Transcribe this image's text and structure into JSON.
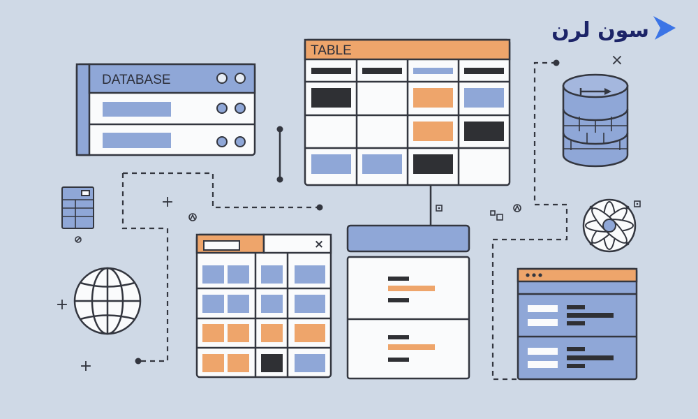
{
  "logo": {
    "text": "سون لرن",
    "color": "#1c2468",
    "arrow_color": "#3b74e6"
  },
  "colors": {
    "background": "#cfd9e6",
    "blue": "#8fa7d7",
    "orange": "#eea56b",
    "dark": "#2f3034",
    "outline": "#33363f",
    "panel": "#fafbfc"
  },
  "database_panel": {
    "title": "DATABASE"
  },
  "table_panel": {
    "title": "TABLE"
  },
  "spreadsheet_panel": {
    "close_glyph": "×"
  },
  "symbols": {
    "plus": "+",
    "cross": "×"
  },
  "icons": [
    "database-cylinder-icon",
    "globe-icon",
    "fan-icon",
    "document-icon",
    "window-icon"
  ]
}
